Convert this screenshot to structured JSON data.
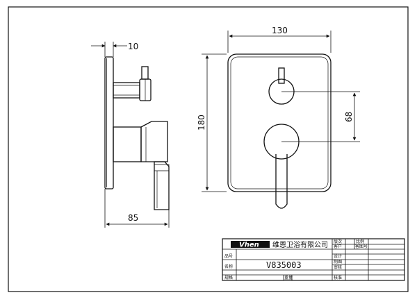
{
  "dimensions": {
    "top_width": "10",
    "plate_width": "130",
    "plate_height": "180",
    "spacing": "68",
    "depth": "85"
  },
  "title_block": {
    "logo": "Vhen",
    "company": "维恩卫浴有限公司",
    "model": "V835003",
    "cells": {
      "version": "版次",
      "scale": "比例",
      "customer": "客户",
      "customer_no": "客图号",
      "drawing_no": "品号",
      "design": "设计",
      "name": "名称",
      "draw": "制图",
      "review": "审核",
      "spec": "规格",
      "weight": "重量",
      "approve": "核准"
    }
  }
}
